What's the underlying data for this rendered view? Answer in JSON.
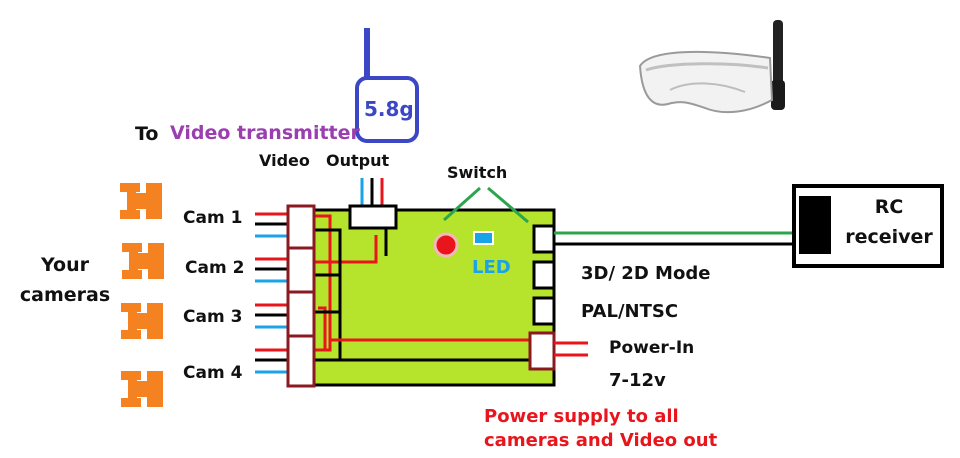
{
  "transmitter": {
    "band": "5.8g",
    "to_prefix": "To",
    "to_label": "Video transmitter",
    "video_label": "Video",
    "output_label": "Output"
  },
  "board": {
    "switch_label": "Switch",
    "led_label": "LED"
  },
  "cameras": {
    "group_label_line1": "Your",
    "group_label_line2": "cameras",
    "items": [
      {
        "label": "Cam 1"
      },
      {
        "label": "Cam 2"
      },
      {
        "label": "Cam 3"
      },
      {
        "label": "Cam 4"
      }
    ]
  },
  "rc": {
    "line1": "RC",
    "line2": "receiver"
  },
  "ports": {
    "mode": "3D/ 2D Mode",
    "video_std": "PAL/NTSC",
    "power_in": "Power-In",
    "voltage": "7-12v"
  },
  "note": {
    "line1": "Power supply to all",
    "line2": "cameras and Video out"
  },
  "colors": {
    "board": "#b6e32b",
    "camera": "#f58220",
    "wire_red": "#e8161c",
    "wire_blue": "#1aa3e8",
    "wire_black": "#000000",
    "wire_green": "#2da44e",
    "connector": "#8a1a1f",
    "antenna_blue": "#3b47c4",
    "purple_text": "#9b3fb0"
  }
}
